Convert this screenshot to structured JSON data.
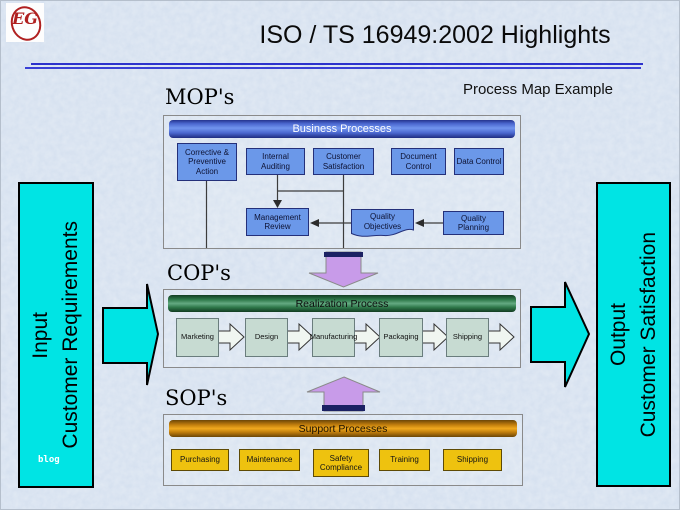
{
  "slide": {
    "title": "ISO / TS 16949:2002 Highlights",
    "subtitle": "Process Map Example",
    "logo_text": "EG",
    "watermark": "blog"
  },
  "input_panel": {
    "line1": "Input",
    "line2": "Customer Requirements"
  },
  "output_panel": {
    "line1": "Output",
    "line2": "Customer Satisfaction"
  },
  "mop": {
    "label": "MOP's",
    "header": "Business Processes",
    "row1": [
      "Corrective & Preventive Action",
      "Internal Auditing",
      "Customer Satisfaction",
      "Document Control",
      "Data Control"
    ],
    "row2": [
      "Management Review",
      "Quality Objectives",
      "Quality Planning"
    ]
  },
  "cop": {
    "label": "COP's",
    "header": "Realization Process",
    "steps": [
      "Marketing",
      "Design",
      "Manufacturing",
      "Packaging",
      "Shipping"
    ]
  },
  "sop": {
    "label": "SOP's",
    "header": "Support Processes",
    "items": [
      "Purchasing",
      "Maintenance",
      "Safety Compliance",
      "Training",
      "Shipping"
    ]
  },
  "colors": {
    "cyan": "#00e4e4",
    "process_blue": "#6b98e9",
    "header_blue": "#3f63c8",
    "sage_green": "#c7dbd2",
    "header_green": "#2e7a4b",
    "gold": "#eec20f",
    "header_orange": "#d2880f",
    "purple": "#c89be9",
    "divider_blue": "#2d32cc",
    "logo_red": "#b02020"
  }
}
